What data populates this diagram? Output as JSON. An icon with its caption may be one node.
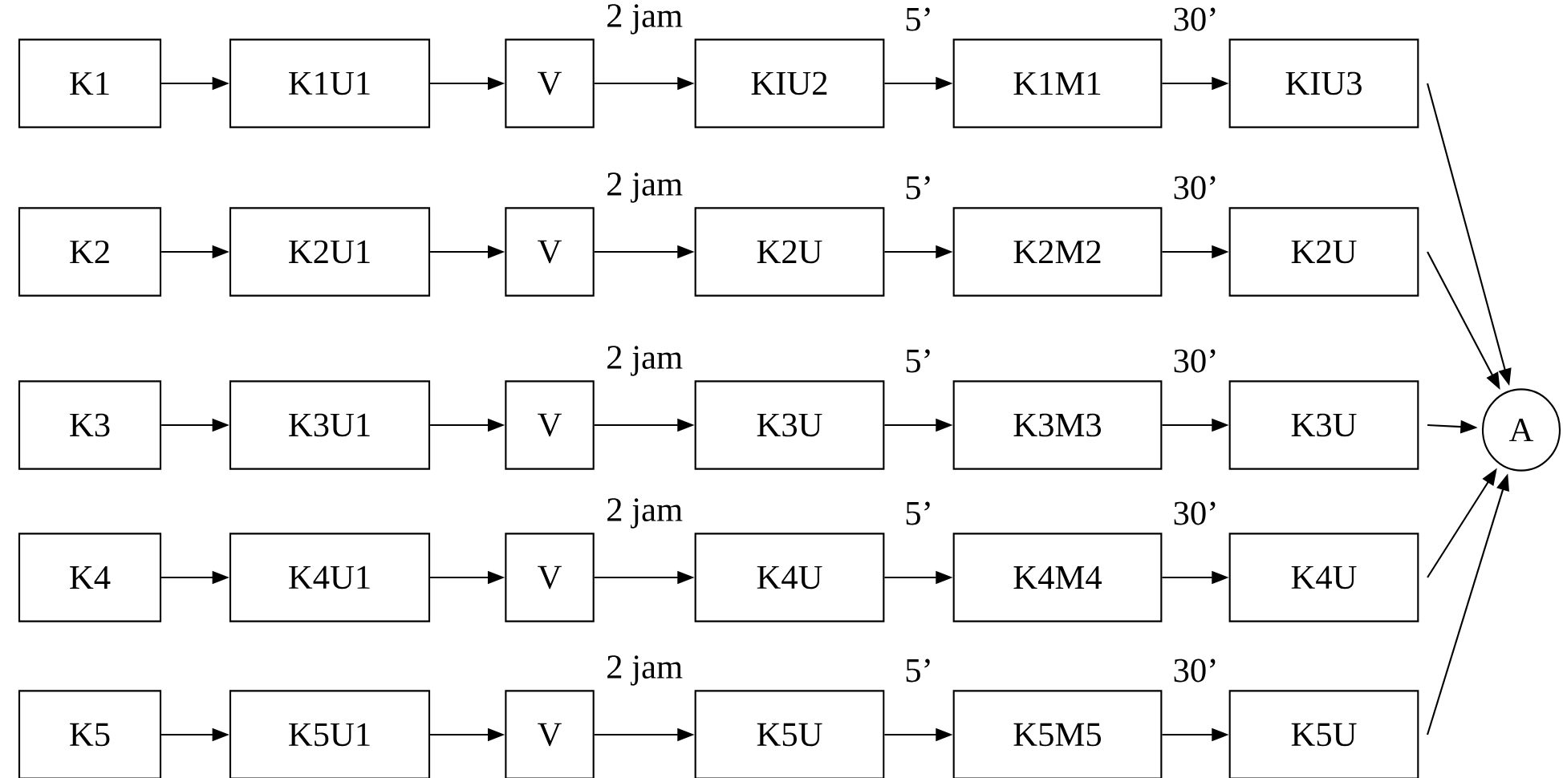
{
  "diagram": {
    "nodes": [
      {
        "text": [
          "K1"
        ]
      },
      {
        "text": [
          "K1U1"
        ]
      },
      {
        "text": [
          "V"
        ]
      },
      {
        "text": [
          "KIU2"
        ]
      },
      {
        "text": [
          "K1M1"
        ]
      },
      {
        "text": [
          "KIU3"
        ]
      },
      {
        "text": [
          "K2"
        ]
      },
      {
        "text": [
          "K2U1"
        ]
      },
      {
        "text": [
          "V"
        ]
      },
      {
        "text": [
          "K2U"
        ]
      },
      {
        "text": [
          "K2M2"
        ]
      },
      {
        "text": [
          "K2U"
        ]
      },
      {
        "text": [
          "K3"
        ]
      },
      {
        "text": [
          "K3U1"
        ]
      },
      {
        "text": [
          "V"
        ]
      },
      {
        "text": [
          "K3U"
        ]
      },
      {
        "text": [
          "K3M3"
        ]
      },
      {
        "text": [
          "K3U"
        ]
      },
      {
        "text": [
          "K4"
        ]
      },
      {
        "text": [
          "K4U1"
        ]
      },
      {
        "text": [
          "V"
        ]
      },
      {
        "text": [
          "K4U"
        ]
      },
      {
        "text": [
          "K4M4"
        ]
      },
      {
        "text": [
          "K4U"
        ]
      },
      {
        "text": [
          "K5"
        ]
      },
      {
        "text": [
          "K5U1"
        ]
      },
      {
        "text": [
          "V"
        ]
      },
      {
        "text": [
          "K5U"
        ]
      },
      {
        "text": [
          "K5M5"
        ]
      },
      {
        "text": [
          "K5U"
        ]
      },
      {
        "text": [
          "A"
        ]
      }
    ],
    "edges": [
      {
        "from": 0,
        "to": 1,
        "arrow": "to"
      },
      {
        "from": 1,
        "to": 2,
        "arrow": "to"
      },
      {
        "from": 2,
        "to": 3,
        "arrow": "to",
        "label": "2 jam"
      },
      {
        "from": 3,
        "to": 4,
        "arrow": "to",
        "label": "5’"
      },
      {
        "from": 4,
        "to": 5,
        "arrow": "to",
        "label": "30’"
      },
      {
        "from": 6,
        "to": 7,
        "arrow": "to"
      },
      {
        "from": 7,
        "to": 8,
        "arrow": "to"
      },
      {
        "from": 8,
        "to": 9,
        "arrow": "to",
        "label": "2 jam"
      },
      {
        "from": 9,
        "to": 10,
        "arrow": "to",
        "label": "5’"
      },
      {
        "from": 10,
        "to": 11,
        "arrow": "to",
        "label": "30’"
      },
      {
        "from": 12,
        "to": 13,
        "arrow": "to"
      },
      {
        "from": 13,
        "to": 14,
        "arrow": "to"
      },
      {
        "from": 14,
        "to": 15,
        "arrow": "to",
        "label": "2 jam"
      },
      {
        "from": 15,
        "to": 16,
        "arrow": "to",
        "label": "5’"
      },
      {
        "from": 16,
        "to": 17,
        "arrow": "to",
        "label": "30’"
      },
      {
        "from": 18,
        "to": 19,
        "arrow": "to"
      },
      {
        "from": 19,
        "to": 20,
        "arrow": "to"
      },
      {
        "from": 20,
        "to": 21,
        "arrow": "to",
        "label": "2 jam"
      },
      {
        "from": 21,
        "to": 22,
        "arrow": "to",
        "label": "5’"
      },
      {
        "from": 22,
        "to": 23,
        "arrow": "to",
        "label": "30’"
      },
      {
        "from": 24,
        "to": 25,
        "arrow": "to"
      },
      {
        "from": 25,
        "to": 26,
        "arrow": "to"
      },
      {
        "from": 26,
        "to": 27,
        "arrow": "to",
        "label": "2 jam"
      },
      {
        "from": 27,
        "to": 28,
        "arrow": "to",
        "label": "5’"
      },
      {
        "from": 28,
        "to": 29,
        "arrow": "to",
        "label": "30’"
      },
      {
        "from": 5,
        "to": 30,
        "arrow": "to"
      },
      {
        "from": 11,
        "to": 30,
        "arrow": "to"
      },
      {
        "from": 17,
        "to": 30,
        "arrow": "to"
      },
      {
        "from": 23,
        "to": 30,
        "arrow": "to"
      },
      {
        "from": 29,
        "to": 30,
        "arrow": "to"
      }
    ]
  }
}
